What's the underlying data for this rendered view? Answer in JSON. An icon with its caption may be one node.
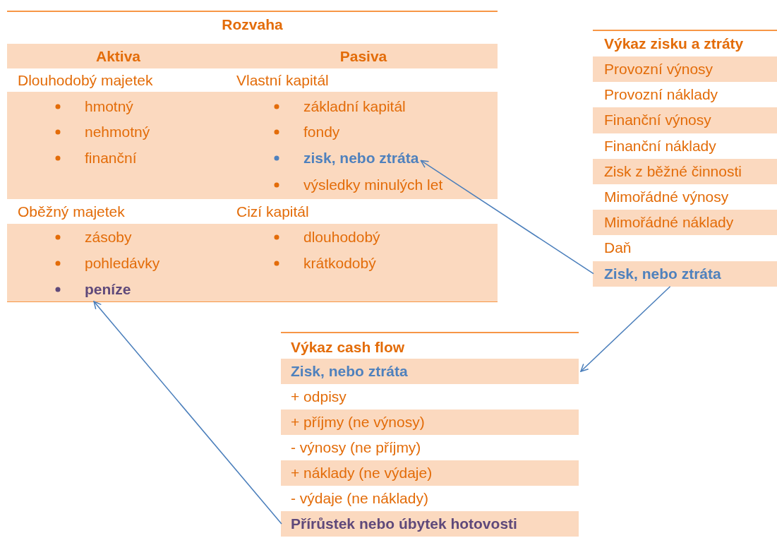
{
  "diagram": {
    "nodes": [
      {
        "text": [
          "Rozvaha"
        ]
      },
      {
        "text": [
          "Aktiva"
        ],
        "in": 0
      },
      {
        "text": [
          "Pasiva"
        ],
        "in": 0
      },
      {
        "text": [
          "Dlouhodobý majetek"
        ],
        "in": 0
      },
      {
        "text": [
          "hmotný"
        ],
        "in": 0
      },
      {
        "text": [
          "nehmotný"
        ],
        "in": 0
      },
      {
        "text": [
          "finanční"
        ],
        "in": 0
      },
      {
        "text": [
          "Vlastní kapitál"
        ],
        "in": 0
      },
      {
        "text": [
          "základní kapitál"
        ],
        "in": 0
      },
      {
        "text": [
          "fondy"
        ],
        "in": 0
      },
      {
        "text": [
          "zisk, nebo ztráta"
        ],
        "in": 0
      },
      {
        "text": [
          "výsledky minulých let"
        ],
        "in": 0
      },
      {
        "text": [
          "Oběžný majetek"
        ],
        "in": 0
      },
      {
        "text": [
          "zásoby"
        ],
        "in": 0
      },
      {
        "text": [
          "pohledávky"
        ],
        "in": 0
      },
      {
        "text": [
          "peníze"
        ],
        "in": 0
      },
      {
        "text": [
          "Cizí kapitál"
        ],
        "in": 0
      },
      {
        "text": [
          "dlouhodobý"
        ],
        "in": 0
      },
      {
        "text": [
          "krátkodobý"
        ],
        "in": 0
      },
      {
        "text": [
          "Výkaz zisku a ztráty"
        ]
      },
      {
        "text": [
          "Provozní výnosy"
        ],
        "in": 19
      },
      {
        "text": [
          "Provozní náklady"
        ],
        "in": 19
      },
      {
        "text": [
          "Finanční výnosy"
        ],
        "in": 19
      },
      {
        "text": [
          "Finanční náklady"
        ],
        "in": 19
      },
      {
        "text": [
          "Zisk z běžné činnosti"
        ],
        "in": 19
      },
      {
        "text": [
          "Mimořádné výnosy"
        ],
        "in": 19
      },
      {
        "text": [
          "Mimořádné náklady"
        ],
        "in": 19
      },
      {
        "text": [
          "Daň"
        ],
        "in": 19
      },
      {
        "text": [
          "Zisk, nebo ztráta"
        ],
        "in": 19
      },
      {
        "text": [
          "Výkaz cash flow"
        ]
      },
      {
        "text": [
          "Zisk, nebo ztráta"
        ],
        "in": 29
      },
      {
        "text": [
          "+ odpisy"
        ],
        "in": 29
      },
      {
        "text": [
          "+ příjmy (ne výnosy)"
        ],
        "in": 29
      },
      {
        "text": [
          "- výnosy (ne příjmy)"
        ],
        "in": 29
      },
      {
        "text": [
          "+ náklady (ne výdaje)"
        ],
        "in": 29
      },
      {
        "text": [
          "- výdaje (ne náklady)"
        ],
        "in": 29
      },
      {
        "text": [
          "Přírůstek nebo úbytek hotovosti"
        ],
        "in": 29
      }
    ],
    "edges": [
      {
        "from": 28,
        "to": 10,
        "arrow": "to"
      },
      {
        "from": 28,
        "to": 30,
        "arrow": "to"
      },
      {
        "from": 36,
        "to": 15,
        "arrow": "to"
      }
    ]
  }
}
